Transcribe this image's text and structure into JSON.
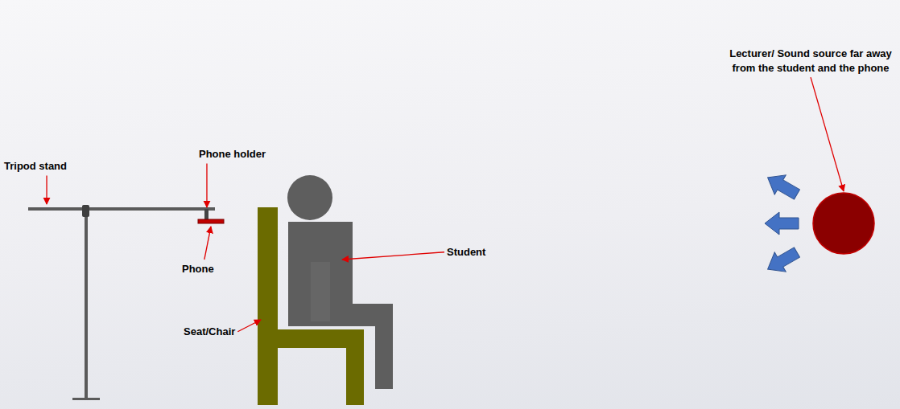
{
  "diagram": {
    "labels": [
      "Tripod stand",
      "Phone holder",
      "Phone",
      "Student",
      "Seat/Chair",
      "Lecturer/ Sound source far away from the student and the phone"
    ]
  }
}
